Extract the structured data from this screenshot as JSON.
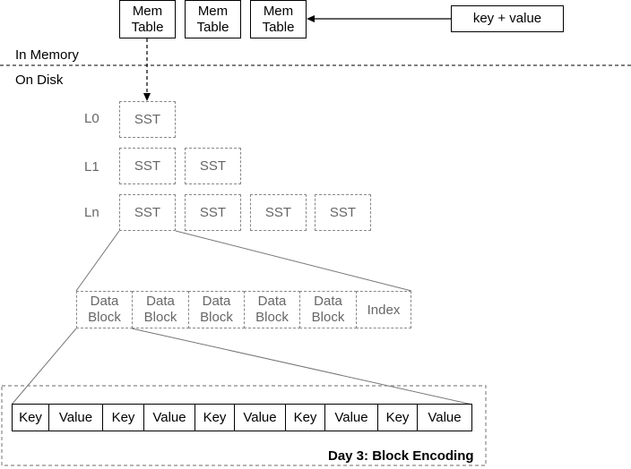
{
  "memory": {
    "memtables": [
      "Mem\nTable",
      "Mem\nTable",
      "Mem\nTable"
    ],
    "input": "key + value",
    "in_memory_label": "In Memory",
    "on_disk_label": "On Disk"
  },
  "levels": [
    {
      "label": "L0",
      "ssts": [
        "SST"
      ]
    },
    {
      "label": "L1",
      "ssts": [
        "SST",
        "SST"
      ]
    },
    {
      "label": "Ln",
      "ssts": [
        "SST",
        "SST",
        "SST",
        "SST"
      ]
    }
  ],
  "sst_blocks": [
    "Data\nBlock",
    "Data\nBlock",
    "Data\nBlock",
    "Data\nBlock",
    "Data\nBlock",
    "Index"
  ],
  "block_entries": [
    "Key",
    "Value",
    "Key",
    "Value",
    "Key",
    "Value",
    "Key",
    "Value",
    "Key",
    "Value"
  ],
  "caption": "Day 3: Block Encoding"
}
